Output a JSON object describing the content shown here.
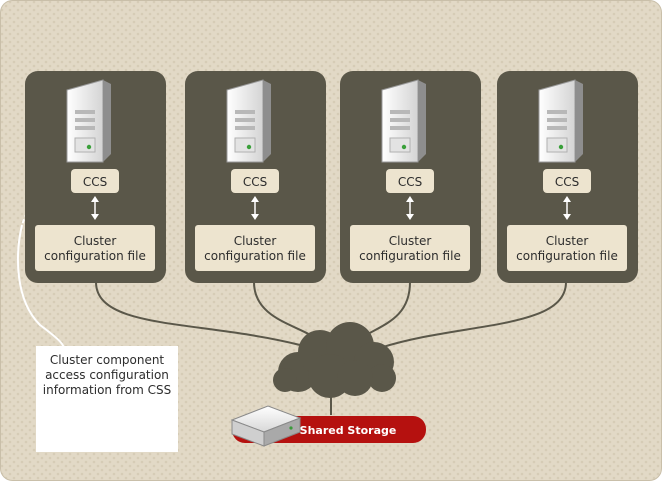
{
  "nodes": [
    {
      "service": "CCS",
      "file": [
        "Cluster",
        "configuration file"
      ]
    },
    {
      "service": "CCS",
      "file": [
        "Cluster",
        "configuration file"
      ]
    },
    {
      "service": "CCS",
      "file": [
        "Cluster",
        "configuration file"
      ]
    },
    {
      "service": "CCS",
      "file": [
        "Cluster",
        "configuration file"
      ]
    }
  ],
  "callout": [
    "Cluster component",
    "access configuration",
    "information from CSS"
  ],
  "storage": {
    "label": "Shared Storage"
  },
  "colors": {
    "background": "#e2d9c6",
    "node_panel": "#5a5749",
    "box": "#ede4cf",
    "line": "#5a5749",
    "storage_bar": "#b5110f",
    "storage_text": "#ffffff"
  },
  "icons": [
    "server-icon",
    "network-cloud-icon",
    "disk-drive-icon",
    "double-arrow-icon"
  ]
}
